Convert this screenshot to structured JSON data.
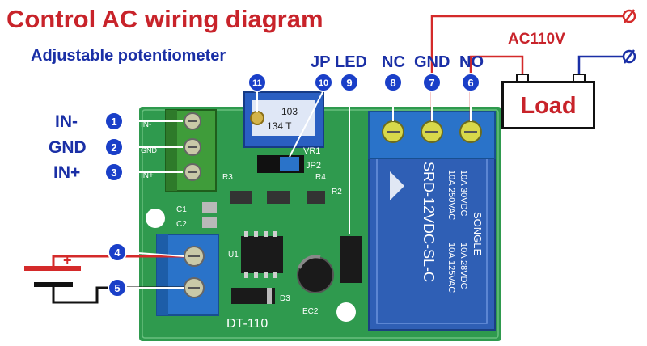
{
  "title": "Control AC wiring diagram",
  "subtitle": "Adjustable potentiometer",
  "input_pins": [
    {
      "label": "IN-",
      "number": "1"
    },
    {
      "label": "GND",
      "number": "2"
    },
    {
      "label": "IN+",
      "number": "3"
    }
  ],
  "power_pins": [
    {
      "number": "4",
      "polarity": "+"
    },
    {
      "number": "5",
      "polarity": ""
    }
  ],
  "top_terminals": [
    {
      "label": "JP",
      "number": "10"
    },
    {
      "label": "LED",
      "number": "9"
    },
    {
      "label": "NC",
      "number": "8"
    },
    {
      "label": "GND",
      "number": "7"
    },
    {
      "label": "NO",
      "number": "6"
    }
  ],
  "pot_number": "11",
  "ac_label": "AC110V",
  "load_label": "Load",
  "board": {
    "model": "DT-110",
    "pin_marks": [
      "IN-",
      "GND",
      "IN+"
    ],
    "pot_code": "103",
    "pot_code2": "134 T",
    "jumper": "JP2",
    "vr": "VR1",
    "components": [
      "C1",
      "C2",
      "U1",
      "D3",
      "EC2",
      "R3",
      "R4",
      "R2"
    ]
  },
  "relay": {
    "model": "SRD-12VDC-SL-C",
    "brand": "SONGLE",
    "ratings": [
      "10A 250VAC",
      "10A 125VAC",
      "10A 30VDC",
      "10A 28VDC"
    ]
  },
  "colors": {
    "title_red": "#c8232a",
    "label_blue": "#1a2fa6",
    "pcb_green": "#2f9a4e",
    "relay_blue": "#2f5fb5",
    "terminal_blue": "#2a73c9",
    "terminal_green": "#3f9c3a"
  }
}
